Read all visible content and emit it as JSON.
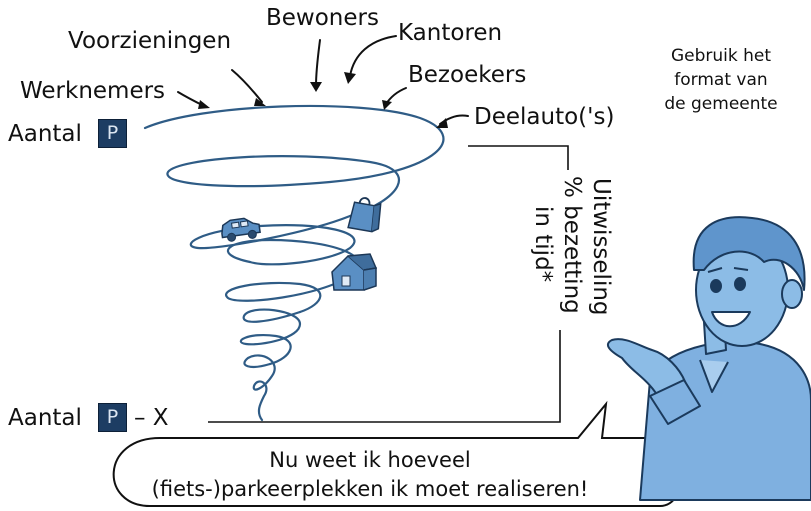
{
  "stakeholders": {
    "werknemers": "Werknemers",
    "voorzieningen": "Voorzieningen",
    "bewoners": "Bewoners",
    "kantoren": "Kantoren",
    "bezoekers": "Bezoekers",
    "deelautos": "Deelauto('s)"
  },
  "top_count": {
    "label": "Aantal",
    "parking_symbol": "P"
  },
  "bottom_count": {
    "label": "Aantal",
    "parking_symbol": "P",
    "suffix": "– X"
  },
  "note": {
    "line1": "Gebruik het",
    "line2": "format van",
    "line3": "de gemeente"
  },
  "side_text": {
    "line1": "Uitwisseling",
    "line2": "% bezetting",
    "line3": "in tijd*"
  },
  "speech_bubble": {
    "line1": "Nu weet ik hoeveel",
    "line2": "(fiets-)parkeerplekken ik moet realiseren!"
  },
  "colors": {
    "funnel_line": "#2f5c86",
    "icon_fill": "#5a8fc4",
    "person_fill": "#7fb0e0",
    "parking_box": "#1d3d63"
  },
  "icons": [
    "car-icon",
    "shopping-bag-icon",
    "house-icon",
    "person-illustration"
  ]
}
